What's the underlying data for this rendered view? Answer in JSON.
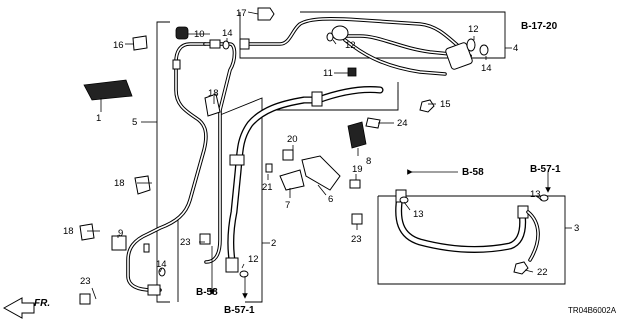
{
  "diagram": {
    "code": "TR04B6002A",
    "front_label": "FR."
  },
  "callouts": {
    "c1": "1",
    "c2": "2",
    "c3": "3",
    "c4": "4",
    "c5": "5",
    "c6": "6",
    "c7": "7",
    "c8": "8",
    "c9": "9",
    "c10": "10",
    "c11": "11",
    "c12_top": "12",
    "c12_right": "12",
    "c12_lower": "12",
    "c13_mid": "13",
    "c13_right": "13",
    "c14_top": "14",
    "c14_right": "14",
    "c14_lower": "14",
    "c15": "15",
    "c16": "16",
    "c17": "17",
    "c18_top": "18",
    "c18_mid": "18",
    "c18_low": "18",
    "c19": "19",
    "c20": "20",
    "c21": "21",
    "c22": "22",
    "c23_mid": "23",
    "c23_right": "23",
    "c23_low": "23",
    "c24": "24"
  },
  "references": {
    "b_17_20": "B-17-20",
    "b_58_right": "B-58",
    "b_57_1_right": "B-57-1",
    "b_58_bottom": "B-58",
    "b_57_1_bottom": "B-57-1"
  }
}
